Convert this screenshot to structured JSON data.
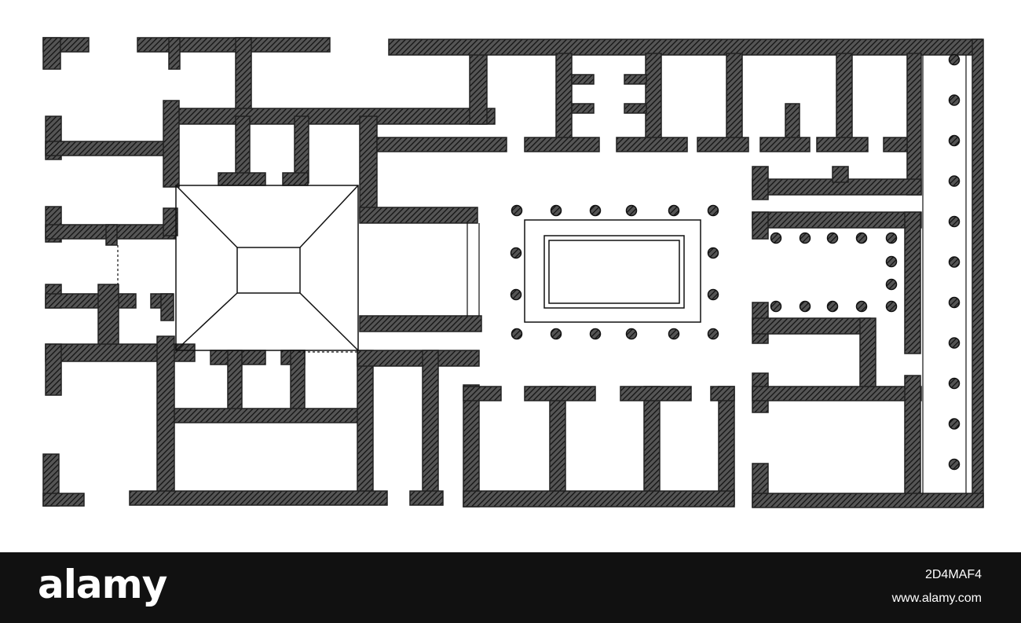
{
  "plan": {
    "wall_color": "#333333",
    "hatch_color": "#111111",
    "paper_color": "#ffffff",
    "icon_names": [
      "column-icon"
    ]
  },
  "footer": {
    "background": "#111111",
    "logo_text": "alamy",
    "image_id": "2D4MAF4",
    "url": "www.alamy.com"
  }
}
